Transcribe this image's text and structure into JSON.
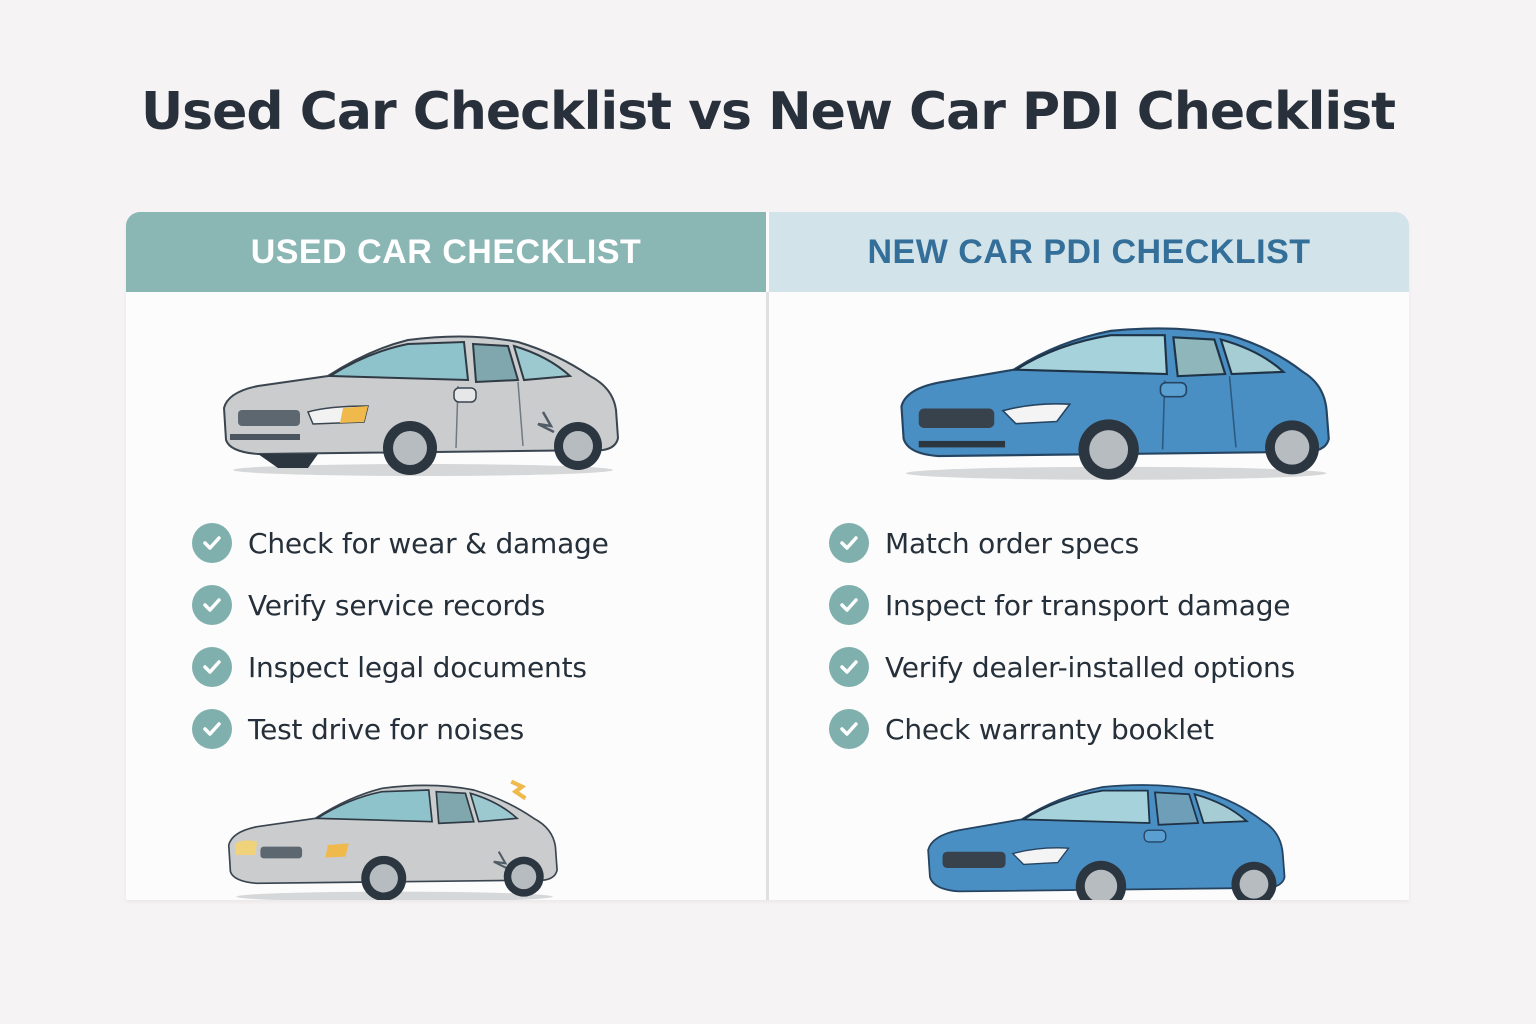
{
  "title": "Used Car Checklist vs New Car PDI Checklist",
  "colors": {
    "background": "#f6f3f4",
    "used_header_bg": "#8ab6b4",
    "used_header_text": "#ffffff",
    "new_header_bg": "#d3e3ea",
    "new_header_text": "#336f99",
    "check_icon": "#7fb0ad",
    "used_car_body": "#c9cbcc",
    "new_car_body": "#4a8fc4"
  },
  "columns": [
    {
      "header": "USED CAR CHECKLIST",
      "car_images": [
        "used-car-silver-damaged-icon",
        "used-car-silver-dented-icon"
      ],
      "items": [
        {
          "icon": "check-circle-icon",
          "label": "Check for wear & damage"
        },
        {
          "icon": "check-circle-icon",
          "label": "Verify service records"
        },
        {
          "icon": "check-circle-icon",
          "label": "Inspect legal documents"
        },
        {
          "icon": "check-circle-icon",
          "label": "Test drive for noises"
        }
      ]
    },
    {
      "header": "NEW CAR PDI CHECKLIST",
      "car_images": [
        "new-car-blue-icon",
        "new-car-blue-small-icon"
      ],
      "items": [
        {
          "icon": "check-circle-icon",
          "label": "Match order specs"
        },
        {
          "icon": "check-circle-icon",
          "label": "Inspect for transport damage"
        },
        {
          "icon": "check-circle-icon",
          "label": "Verify dealer-installed options"
        },
        {
          "icon": "check-circle-icon",
          "label": "Check warranty booklet"
        }
      ]
    }
  ]
}
